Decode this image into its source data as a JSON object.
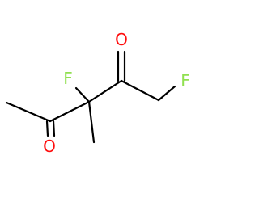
{
  "molecule": {
    "atoms": [
      {
        "id": "O1",
        "label": "O",
        "color": "#ff0d0d"
      },
      {
        "id": "O2",
        "label": "O",
        "color": "#ff0d0d"
      },
      {
        "id": "F1",
        "label": "F",
        "color": "#90e050"
      },
      {
        "id": "F2",
        "label": "F",
        "color": "#90e050"
      }
    ]
  }
}
